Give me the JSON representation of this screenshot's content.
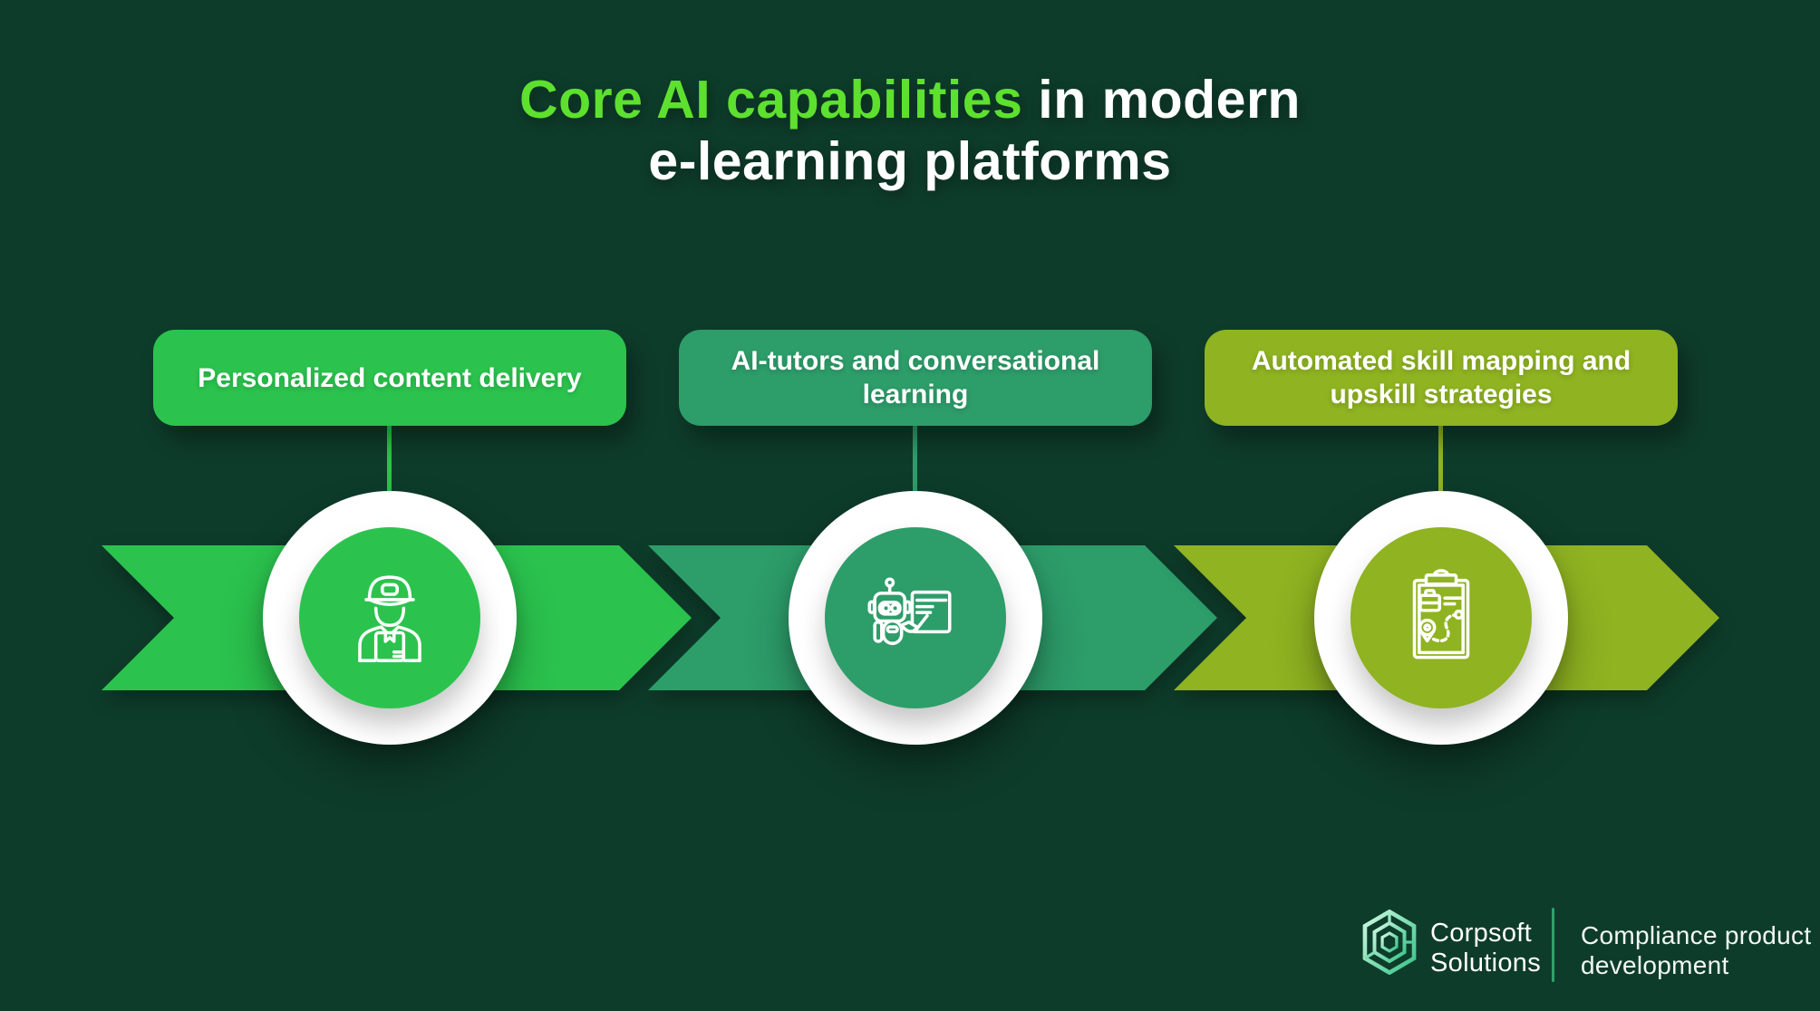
{
  "title": {
    "highlight": "Core AI capabilities",
    "rest": "in modern",
    "line2": "e-learning platforms"
  },
  "steps": [
    {
      "label": "Personalized content delivery",
      "color": "#2BC34E",
      "icon": "delivery-person-icon"
    },
    {
      "label": "AI-tutors and conversational learning",
      "color": "#2D9D6A",
      "icon": "robot-teacher-icon"
    },
    {
      "label": "Automated skill mapping and upskill strategies",
      "color": "#8FB321",
      "icon": "skill-mapping-icon"
    }
  ],
  "footer": {
    "brand": {
      "line1": "Corpsoft",
      "line2": "Solutions"
    },
    "tagline": {
      "line1": "Compliance product",
      "line2": "development"
    }
  },
  "colors": {
    "background": "#0E3C2B",
    "title_highlight": "#5EE02F",
    "title_text": "#FFFFFF",
    "divider": "#2EA06C",
    "logo_gradient_start": "#CFFBE2",
    "logo_gradient_end": "#34C287"
  }
}
